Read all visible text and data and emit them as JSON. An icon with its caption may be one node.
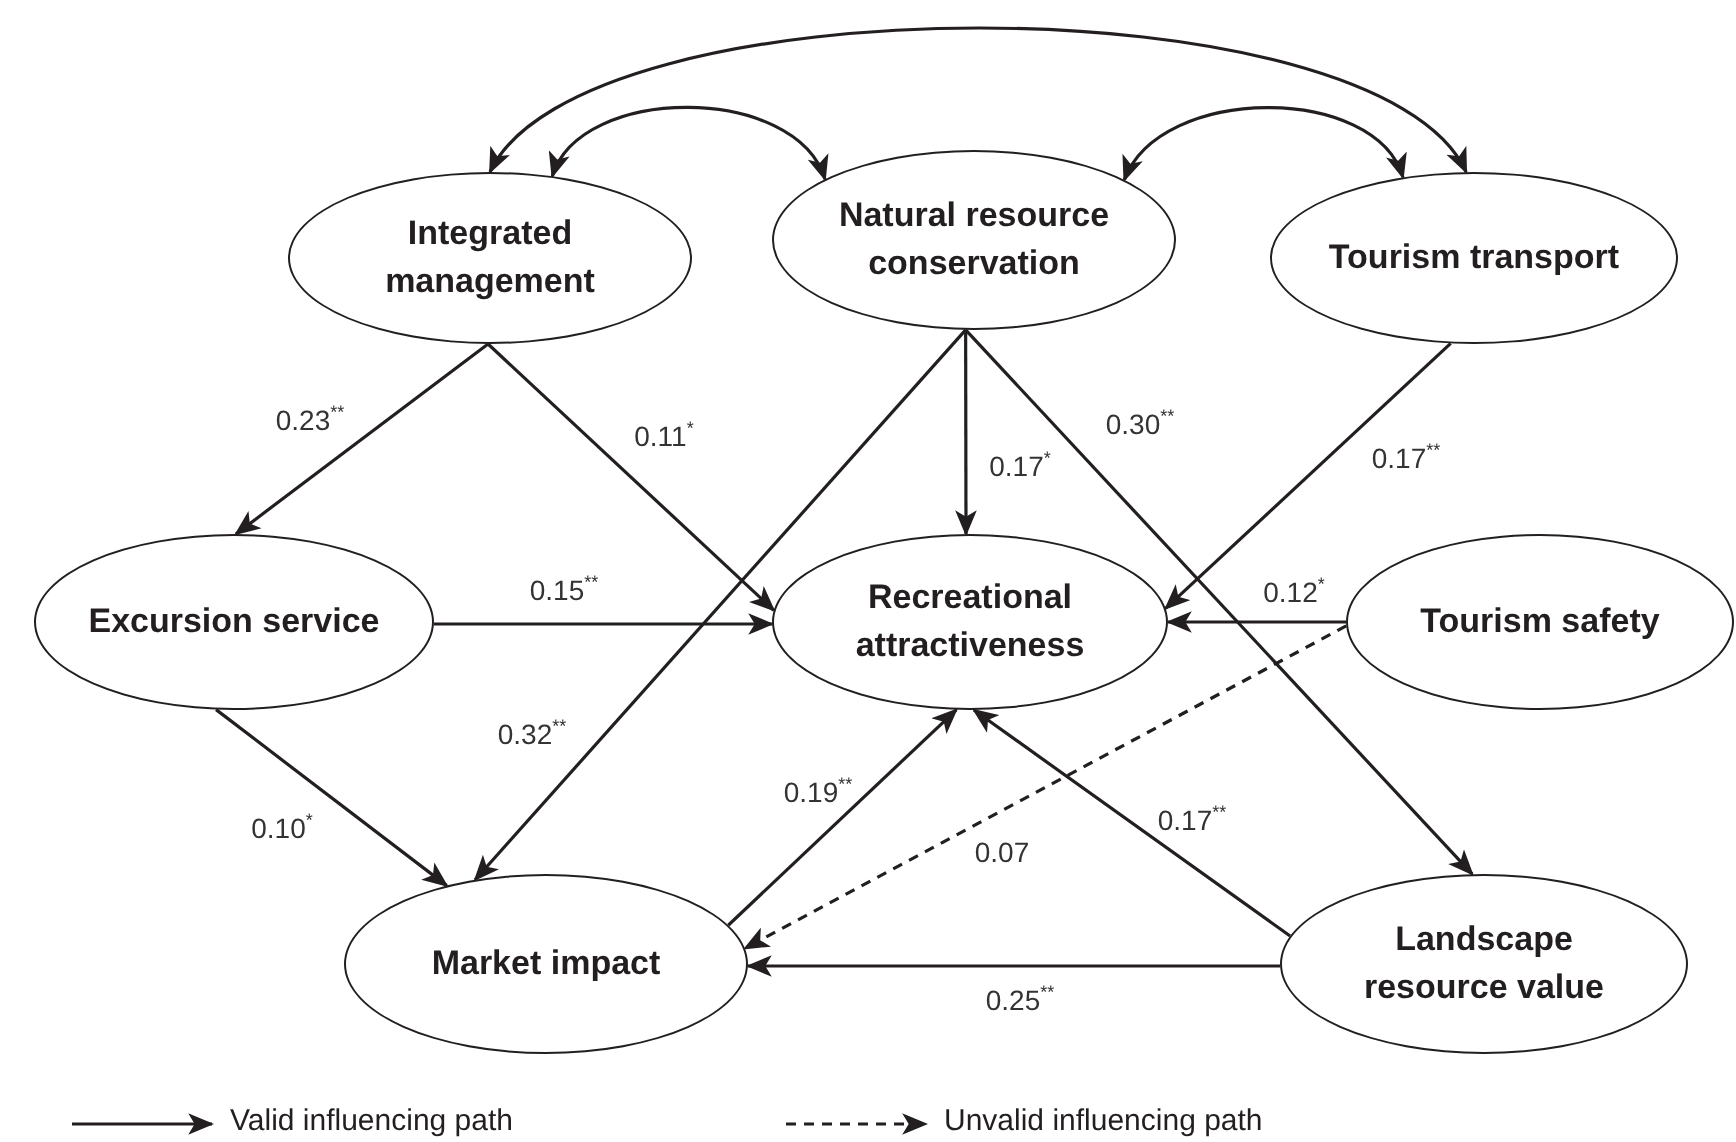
{
  "diagram": {
    "nodes": [
      {
        "text": [
          "Integrated management"
        ]
      },
      {
        "text": [
          "Natural resource conservation"
        ]
      },
      {
        "text": [
          "Tourism transport"
        ]
      },
      {
        "text": [
          "Excursion service"
        ]
      },
      {
        "text": [
          "Recreational attractiveness"
        ]
      },
      {
        "text": [
          "Tourism safety"
        ]
      },
      {
        "text": [
          "Market impact"
        ]
      },
      {
        "text": [
          "Landscape resource value"
        ]
      }
    ],
    "edges": [
      {
        "from": 0,
        "to": 1,
        "arrow": "both"
      },
      {
        "from": 1,
        "to": 2,
        "arrow": "both"
      },
      {
        "from": 0,
        "to": 2,
        "arrow": "both"
      },
      {
        "from": 0,
        "to": 3,
        "arrow": "to",
        "label": "0.23$^{**}$"
      },
      {
        "from": 0,
        "to": 4,
        "arrow": "to",
        "label": "0.11$^{*}$"
      },
      {
        "from": 1,
        "to": 4,
        "arrow": "to",
        "label": "0.17$^{*}$"
      },
      {
        "from": 1,
        "to": 7,
        "arrow": "to",
        "label": "0.30$^{**}$"
      },
      {
        "from": 1,
        "to": 6,
        "arrow": "to",
        "label": "0.32$^{**}$"
      },
      {
        "from": 2,
        "to": 4,
        "arrow": "to",
        "label": "0.17$^{**}$"
      },
      {
        "from": 3,
        "to": 4,
        "arrow": "to",
        "label": "0.15$^{**}$"
      },
      {
        "from": 5,
        "to": 4,
        "arrow": "to",
        "label": "0.12$^{*}$"
      },
      {
        "from": 3,
        "to": 6,
        "arrow": "to",
        "label": "0.10$^{*}$"
      },
      {
        "from": 6,
        "to": 4,
        "arrow": "to",
        "label": "0.19$^{**}$"
      },
      {
        "from": 7,
        "to": 4,
        "arrow": "to",
        "label": "0.17$^{**}$"
      },
      {
        "from": 5,
        "to": 6,
        "arrow": "to",
        "label": "0.07",
        "style": "dashed"
      },
      {
        "from": 7,
        "to": 6,
        "arrow": "to",
        "label": "0.25$^{**}$"
      }
    ],
    "legend": [
      {
        "text": "Valid influencing path"
      },
      {
        "text": "Unvalid influencing path"
      }
    ]
  }
}
